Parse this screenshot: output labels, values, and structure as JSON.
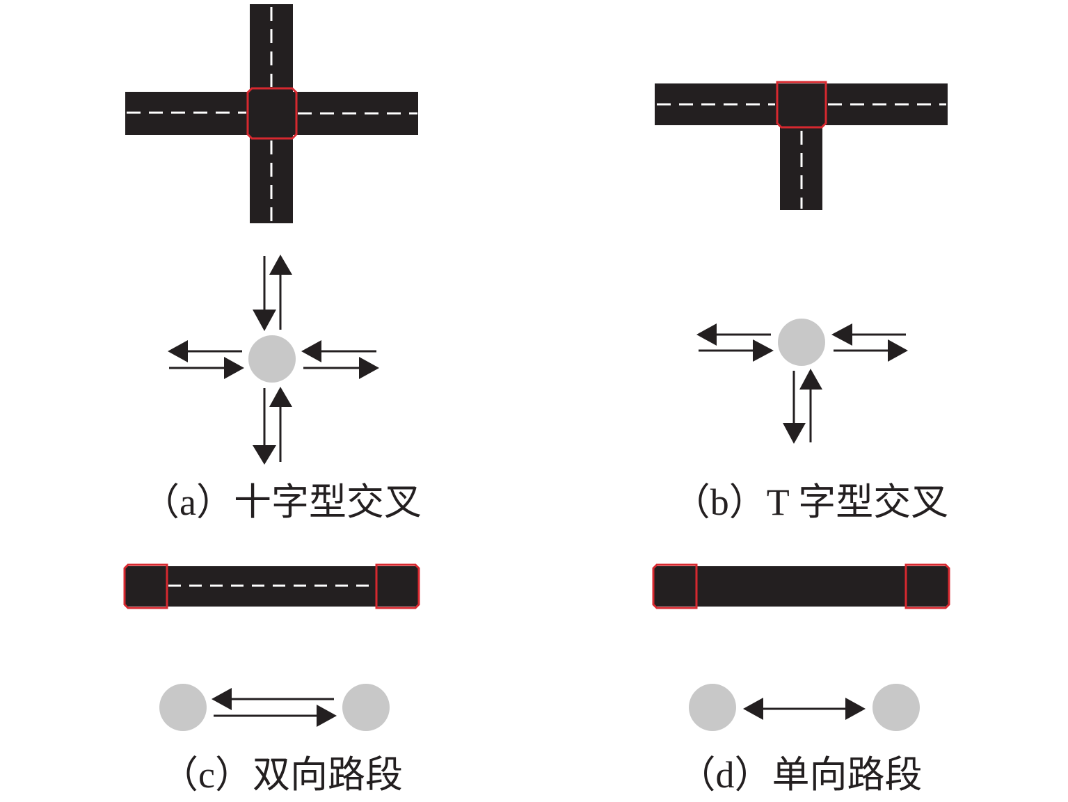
{
  "colors": {
    "road": "#231f20",
    "node": "#c8c8c8",
    "highlight": "#d7282f",
    "lane": "#ffffff",
    "arrow": "#231f20"
  },
  "panels": [
    {
      "id": "a",
      "label": "（a）十字型交叉"
    },
    {
      "id": "b",
      "label": "（b）T 字型交叉"
    },
    {
      "id": "c",
      "label": "（c）双向路段"
    },
    {
      "id": "d",
      "label": "（d）单向路段"
    }
  ]
}
